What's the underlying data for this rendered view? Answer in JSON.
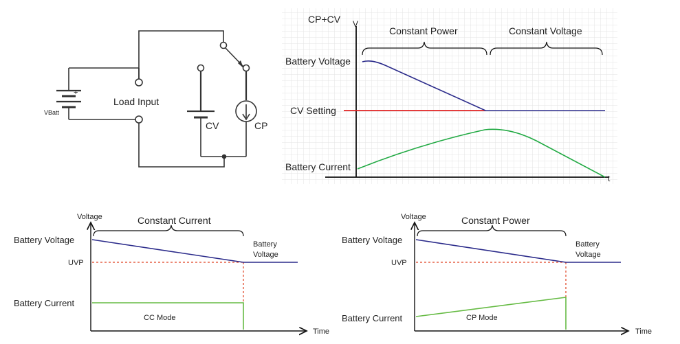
{
  "circuit": {
    "battery_label": "VBatt",
    "battery_polarity": "+",
    "load_input_label": "Load Input",
    "cv_label": "CV",
    "cp_label": "CP"
  },
  "cp_cv_chart": {
    "mode_label": "CP+CV",
    "y_axis_letter": "V",
    "x_axis_letter": "t",
    "phase_1": "Constant Power",
    "phase_2": "Constant Voltage",
    "row_battery_voltage": "Battery Voltage",
    "row_cv_setting": "CV Setting",
    "row_battery_current": "Battery Current",
    "grid": true
  },
  "cc_chart": {
    "y_axis_title": "Voltage",
    "x_axis_title": "Time",
    "phase": "Constant Current",
    "row_battery_voltage": "Battery Voltage",
    "row_uvp": "UVP",
    "row_battery_current": "Battery Current",
    "end_label_line1": "Battery",
    "end_label_line2": "Voltage",
    "mode_label": "CC Mode"
  },
  "cp_chart": {
    "y_axis_title": "Voltage",
    "x_axis_title": "Time",
    "phase": "Constant Power",
    "row_battery_voltage": "Battery Voltage",
    "row_uvp": "UVP",
    "row_battery_current": "Battery Current",
    "end_label_line1": "Battery",
    "end_label_line2": "Voltage",
    "mode_label": "CP Mode"
  },
  "colors": {
    "voltage_curve": "#2a2a8a",
    "cv_setting": "#e02020",
    "current_curve": "#22aa44",
    "uvp_dashed": "#e04020",
    "mode_current": "#66bb44",
    "wire": "#333333",
    "grid": "#e6e6e6"
  }
}
